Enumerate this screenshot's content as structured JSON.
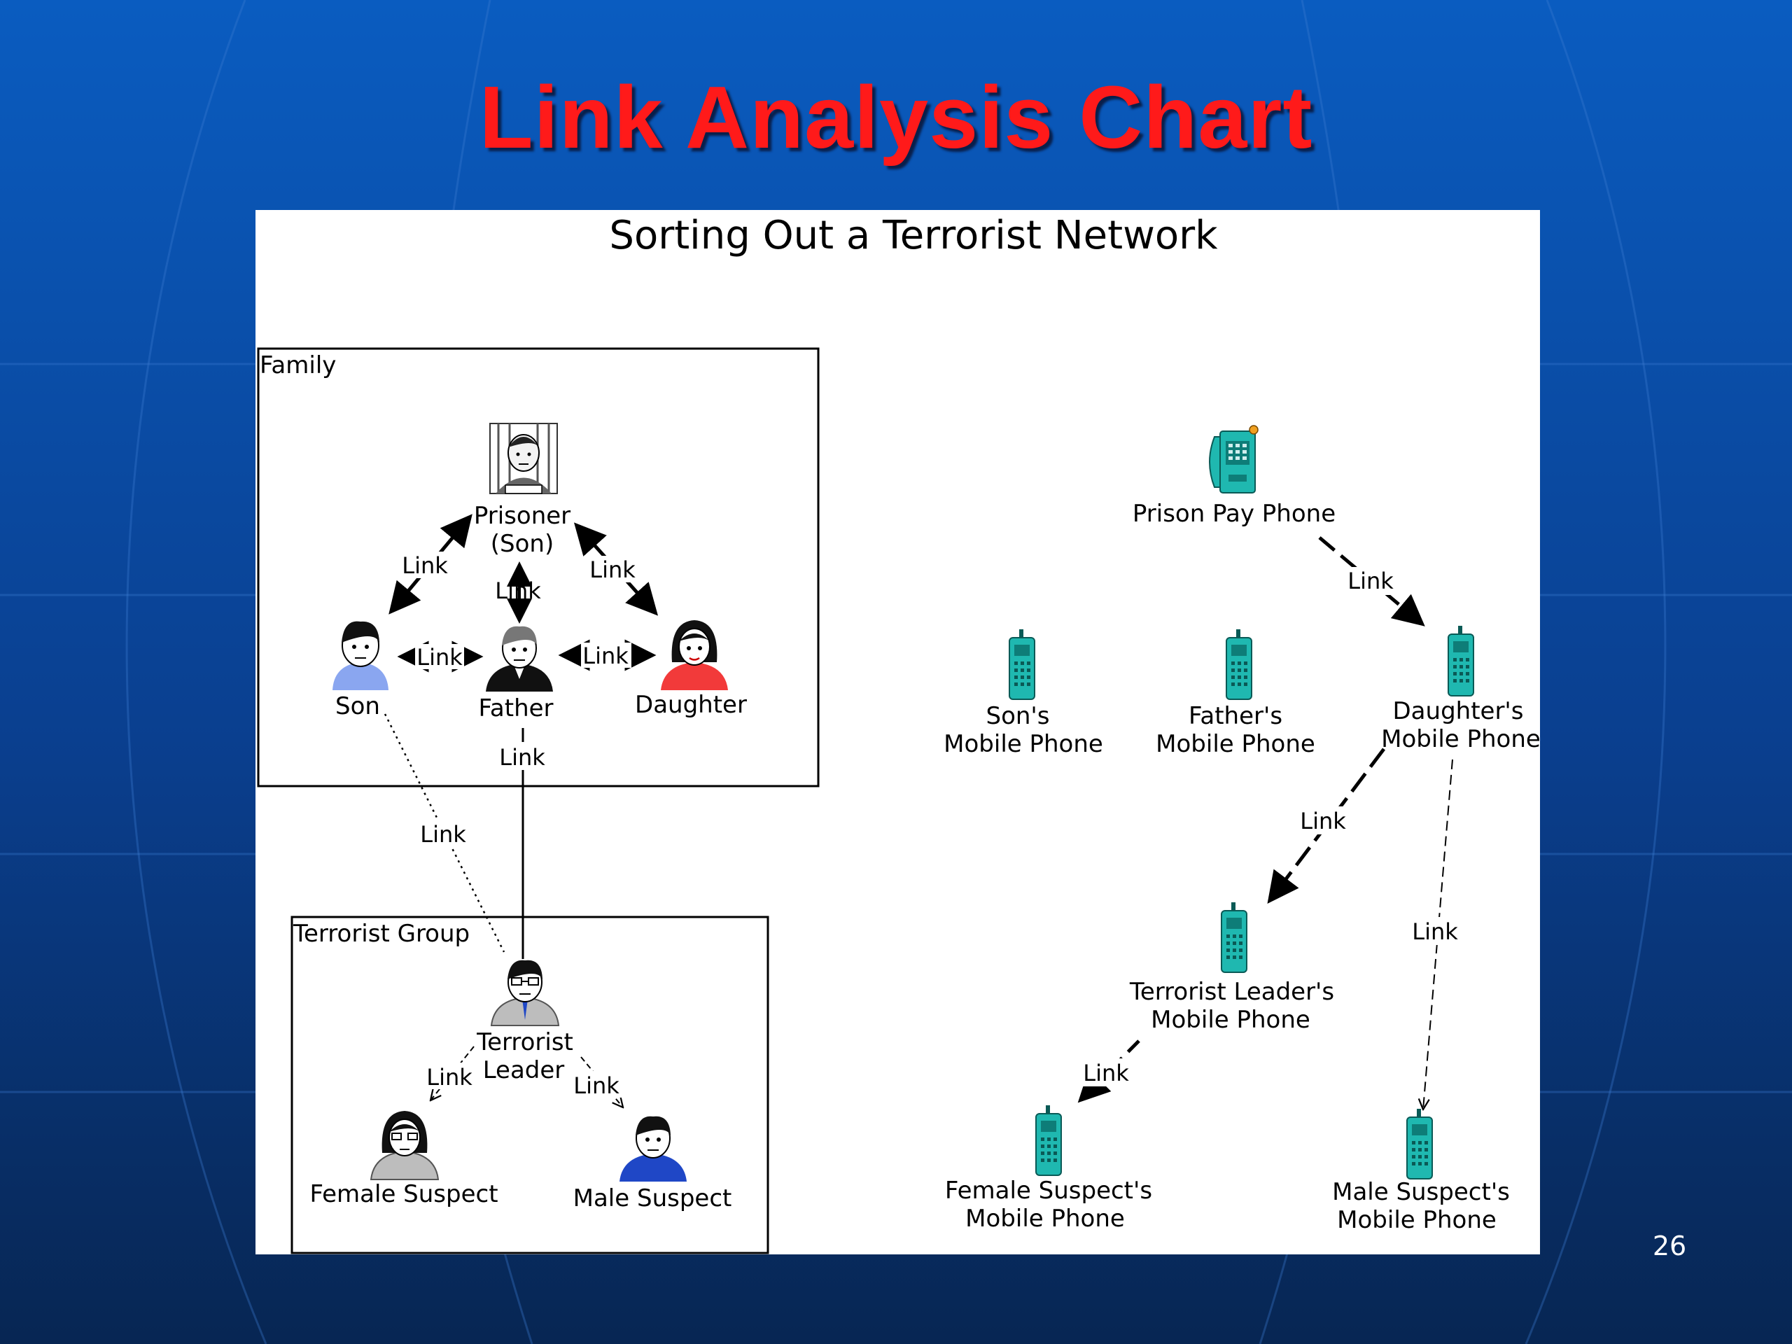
{
  "slide": {
    "title": "Link Analysis Chart",
    "page_number": "26",
    "colors": {
      "background_top": "#0a5cc0",
      "background_bottom": "#08285a",
      "title": "#ff1a1a",
      "page_number": "#ffffff",
      "phone": "#1fb8b0"
    }
  },
  "diagram": {
    "title": "Sorting Out a Terrorist Network",
    "link_label": "Link",
    "groups": [
      {
        "id": "family",
        "label": "Family"
      },
      {
        "id": "terrorist_group",
        "label": "Terrorist Group"
      }
    ],
    "people": [
      {
        "id": "prisoner",
        "lines": [
          "Prisoner",
          "(Son)"
        ],
        "icon": "prisoner-icon"
      },
      {
        "id": "son",
        "lines": [
          "Son"
        ],
        "icon": "person-icon"
      },
      {
        "id": "father",
        "lines": [
          "Father"
        ],
        "icon": "person-icon"
      },
      {
        "id": "daughter",
        "lines": [
          "Daughter"
        ],
        "icon": "person-icon"
      },
      {
        "id": "terrorist_leader",
        "lines": [
          "Terrorist",
          "Leader"
        ],
        "icon": "person-icon"
      },
      {
        "id": "female_suspect",
        "lines": [
          "Female Suspect"
        ],
        "icon": "person-icon"
      },
      {
        "id": "male_suspect",
        "lines": [
          "Male Suspect"
        ],
        "icon": "person-icon"
      }
    ],
    "phones": [
      {
        "id": "prison_pay_phone",
        "lines": [
          "Prison Pay Phone"
        ],
        "icon": "pay-phone-icon"
      },
      {
        "id": "sons_mobile",
        "lines": [
          "Son's",
          "Mobile Phone"
        ],
        "icon": "mobile-phone-icon"
      },
      {
        "id": "fathers_mobile",
        "lines": [
          "Father's",
          "Mobile Phone"
        ],
        "icon": "mobile-phone-icon"
      },
      {
        "id": "daughters_mobile",
        "lines": [
          "Daughter's",
          "Mobile Phone"
        ],
        "icon": "mobile-phone-icon"
      },
      {
        "id": "leaders_mobile",
        "lines": [
          "Terrorist Leader's",
          "Mobile Phone"
        ],
        "icon": "mobile-phone-icon"
      },
      {
        "id": "female_mobile",
        "lines": [
          "Female Suspect's",
          "Mobile Phone"
        ],
        "icon": "mobile-phone-icon"
      },
      {
        "id": "male_mobile",
        "lines": [
          "Male Suspect's",
          "Mobile Phone"
        ],
        "icon": "mobile-phone-icon"
      }
    ],
    "links": [
      {
        "from": "son",
        "to": "prisoner",
        "style": "solid",
        "arrows": "both"
      },
      {
        "from": "father",
        "to": "prisoner",
        "style": "solid",
        "arrows": "both"
      },
      {
        "from": "daughter",
        "to": "prisoner",
        "style": "solid",
        "arrows": "both"
      },
      {
        "from": "son",
        "to": "father",
        "style": "solid",
        "arrows": "both"
      },
      {
        "from": "father",
        "to": "daughter",
        "style": "solid",
        "arrows": "both"
      },
      {
        "from": "father",
        "to": "terrorist_leader",
        "style": "solid",
        "arrows": "none"
      },
      {
        "from": "son",
        "to": "terrorist_leader",
        "style": "dotted",
        "arrows": "none"
      },
      {
        "from": "terrorist_leader",
        "to": "female_suspect",
        "style": "dashed",
        "arrows": "end"
      },
      {
        "from": "terrorist_leader",
        "to": "male_suspect",
        "style": "dashed",
        "arrows": "end"
      },
      {
        "from": "prison_pay_phone",
        "to": "daughters_mobile",
        "style": "dashed",
        "arrows": "end"
      },
      {
        "from": "daughters_mobile",
        "to": "leaders_mobile",
        "style": "dashed",
        "arrows": "end"
      },
      {
        "from": "daughters_mobile",
        "to": "male_mobile",
        "style": "dashed",
        "arrows": "end"
      },
      {
        "from": "leaders_mobile",
        "to": "female_mobile",
        "style": "dashed",
        "arrows": "end"
      }
    ]
  }
}
